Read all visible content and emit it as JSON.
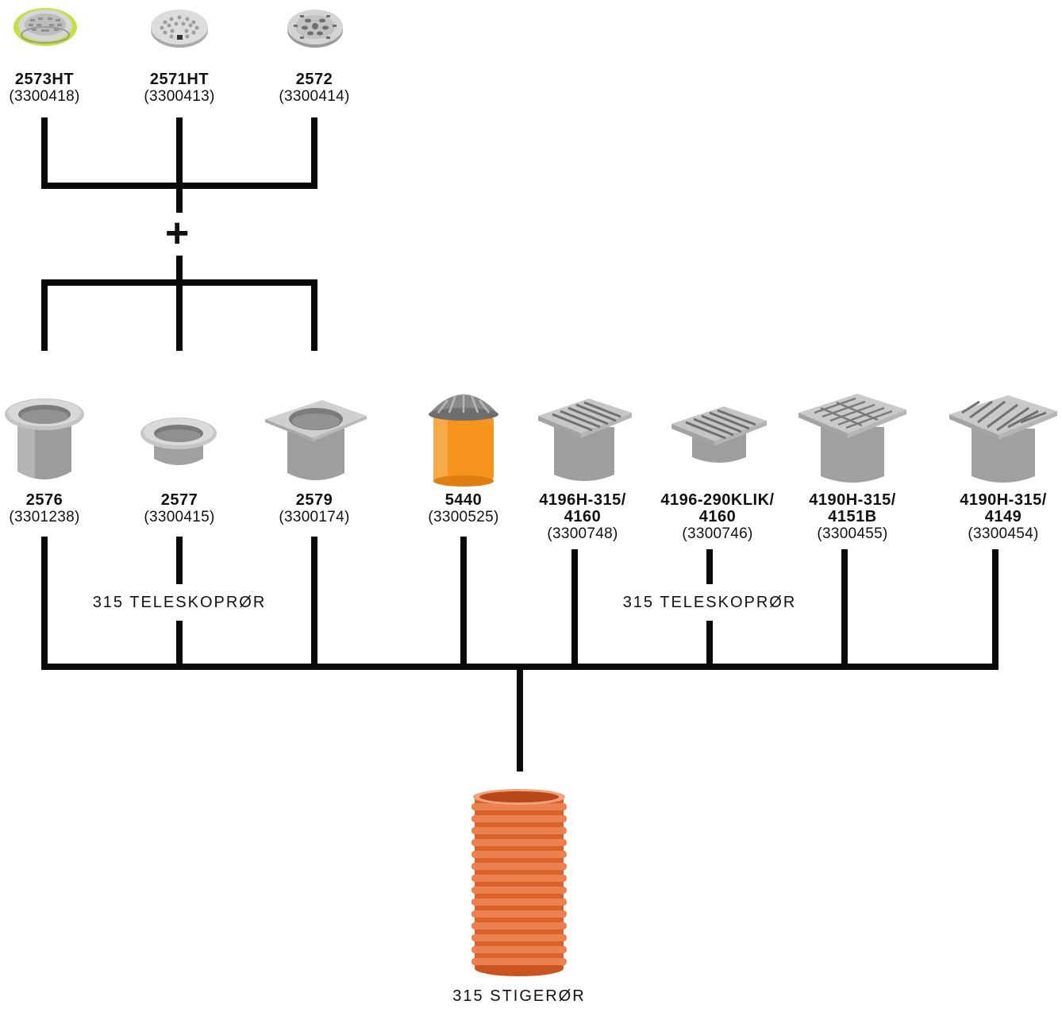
{
  "colors": {
    "line": "#0a0a0a",
    "metal_light": "#d6d6d6",
    "metal_mid": "#a9a9a9",
    "metal_dark": "#7f7f7f",
    "lime_ring": "#c8de3c",
    "orange_body": "#f7941d",
    "riser_orange": "#e9743a"
  },
  "top_products": [
    {
      "code": "2573HT",
      "number": "(3300418)",
      "icon": "round-grate-lime-ring-icon"
    },
    {
      "code": "2571HT",
      "number": "(3300413)",
      "icon": "round-grate-fine-icon"
    },
    {
      "code": "2572",
      "number": "(3300414)",
      "icon": "round-grate-slotted-icon"
    }
  ],
  "plus_symbol": "+",
  "bottom_products": [
    {
      "code": "2576",
      "number": "(3301238)",
      "icon": "round-frame-tall-icon"
    },
    {
      "code": "2577",
      "number": "(3300415)",
      "icon": "round-frame-short-icon"
    },
    {
      "code": "2579",
      "number": "(3300174)",
      "icon": "square-frame-round-icon"
    },
    {
      "code": "5440",
      "number": "(3300525)",
      "icon": "domed-grate-orange-pipe-icon"
    },
    {
      "code": "4196H-315/ 4160",
      "number": "(3300748)",
      "icon": "square-grate-tall-icon"
    },
    {
      "code": "4196-290KLIK/ 4160",
      "number": "(3300746)",
      "icon": "square-grate-short-icon"
    },
    {
      "code": "4190H-315/ 4151B",
      "number": "(3300455)",
      "icon": "square-grate-diamond-icon"
    },
    {
      "code": "4190H-315/ 4149",
      "number": "(3300454)",
      "icon": "square-grate-diagonal-icon"
    }
  ],
  "telescope_labels": [
    "315 TELESKOPRØR",
    "315 TELESKOPRØR"
  ],
  "riser": {
    "label": "315 STIGERØR",
    "icon": "corrugated-riser-pipe-icon"
  }
}
